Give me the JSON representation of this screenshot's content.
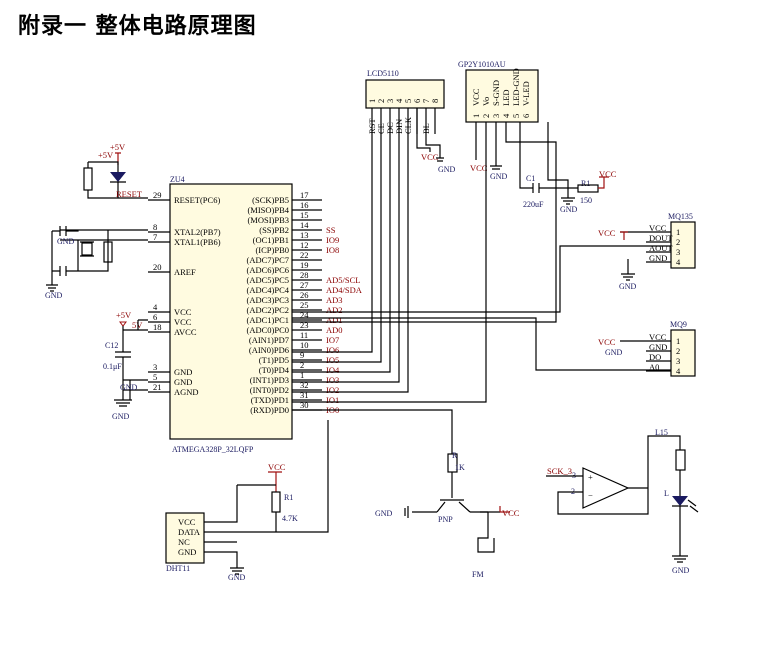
{
  "title": "附录一  整体电路原理图",
  "mcu": {
    "ref": "ZU4",
    "part": "ATMEGA328P_32LQFP",
    "left_pins": [
      {
        "name": "RESET(PC6)",
        "num": "29"
      },
      {
        "name": "XTAL2(PB7)",
        "num": "8"
      },
      {
        "name": "XTAL1(PB6)",
        "num": "7"
      },
      {
        "name": "AREF",
        "num": "20"
      },
      {
        "name": "VCC",
        "num": "4"
      },
      {
        "name": "VCC",
        "num": "6"
      },
      {
        "name": "AVCC",
        "num": "18"
      },
      {
        "name": "GND",
        "num": "3"
      },
      {
        "name": "GND",
        "num": "5"
      },
      {
        "name": "AGND",
        "num": "21"
      }
    ],
    "right_pins": [
      {
        "name": "(SCK)PB5",
        "num": "17",
        "net": ""
      },
      {
        "name": "(MISO)PB4",
        "num": "16",
        "net": ""
      },
      {
        "name": "(MOSI)PB3",
        "num": "15",
        "net": ""
      },
      {
        "name": "(SS)PB2",
        "num": "14",
        "net": "SS"
      },
      {
        "name": "(OC1)PB1",
        "num": "13",
        "net": "IO9"
      },
      {
        "name": "(ICP)PB0",
        "num": "12",
        "net": "IO8"
      },
      {
        "name": "(ADC7)PC7",
        "num": "22",
        "net": ""
      },
      {
        "name": "(ADC6)PC6",
        "num": "19",
        "net": ""
      },
      {
        "name": "(ADC5)PC5",
        "num": "28",
        "net": "AD5/SCL"
      },
      {
        "name": "(ADC4)PC4",
        "num": "27",
        "net": "AD4/SDA"
      },
      {
        "name": "(ADC3)PC3",
        "num": "26",
        "net": "AD3"
      },
      {
        "name": "(ADC2)PC2",
        "num": "25",
        "net": "AD2"
      },
      {
        "name": "(ADC1)PC1",
        "num": "24",
        "net": "AD1"
      },
      {
        "name": "(ADC0)PC0",
        "num": "23",
        "net": "AD0"
      },
      {
        "name": "(AIN1)PD7",
        "num": "11",
        "net": "IO7"
      },
      {
        "name": "(AIN0)PD6",
        "num": "10",
        "net": "IO6"
      },
      {
        "name": "(T1)PD5",
        "num": "9",
        "net": "IO5"
      },
      {
        "name": "(T0)PD4",
        "num": "2",
        "net": "IO4"
      },
      {
        "name": "(INT1)PD3",
        "num": "1",
        "net": "IO3"
      },
      {
        "name": "(INT0)PD2",
        "num": "32",
        "net": "IO2"
      },
      {
        "name": "(TXD)PD1",
        "num": "31",
        "net": "IO1"
      },
      {
        "name": "(RXD)PD0",
        "num": "30",
        "net": "IO0"
      }
    ]
  },
  "reset": {
    "supply": "+5V",
    "supply2": "+5V",
    "net": "RESET"
  },
  "crystal": {
    "gnd": "GND",
    "gnd2": "GND"
  },
  "power": {
    "v5": "+5V",
    "v5b": "5V",
    "cap_ref": "C12",
    "cap_val": "0.1μF",
    "gnd": "GND"
  },
  "lcd": {
    "ref": "LCD5110",
    "pins": [
      "1",
      "2",
      "3",
      "4",
      "5",
      "6",
      "7",
      "8"
    ],
    "signals": [
      "RST",
      "CE",
      "DC",
      "DIN",
      "CLK",
      "",
      "BL",
      ""
    ],
    "vcc": "VCC",
    "gnd": "GND"
  },
  "gps": {
    "ref": "GP2Y1010AU",
    "pins": [
      "1",
      "2",
      "3",
      "4",
      "5",
      "6"
    ],
    "signals": [
      "VCC",
      "Vo",
      "S-GND",
      "LED",
      "LED-GND",
      "V-LED"
    ],
    "vcc": "VCC",
    "gnd": "GND",
    "cap_ref": "C1",
    "cap_val": "220uF",
    "res_ref": "R1",
    "res_val": "150",
    "vcc2": "VCC",
    "gnd2": "GND"
  },
  "mq135": {
    "ref": "MQ135",
    "vcc": "VCC",
    "labels": [
      "VCC",
      "DOUT",
      "AOUT",
      "GND"
    ],
    "pins": [
      "1",
      "2",
      "3",
      "4"
    ],
    "gnd": "GND"
  },
  "mq9": {
    "ref": "MQ9",
    "vcc": "VCC",
    "labels": [
      "VCC",
      "GND",
      "DO",
      "A0"
    ],
    "pins": [
      "1",
      "2",
      "3",
      "4"
    ],
    "gnd": "GND"
  },
  "dht": {
    "ref": "DHT11",
    "labels": [
      "VCC",
      "DATA",
      "NC",
      "GND"
    ],
    "vcc": "VCC",
    "res_ref": "R1",
    "res_val": "4.7K",
    "gnd": "GND"
  },
  "buzzer": {
    "res_ref": "R",
    "res_val": "1K",
    "q_ref": "PNP",
    "gnd": "GND",
    "vcc": "VCC",
    "bz": "FM"
  },
  "opamp": {
    "in": "SCK_3",
    "pin3": "3",
    "pin2": "2",
    "gnd": "GND"
  },
  "led": {
    "ref": "L15",
    "led": "L",
    "gnd": "GND"
  }
}
